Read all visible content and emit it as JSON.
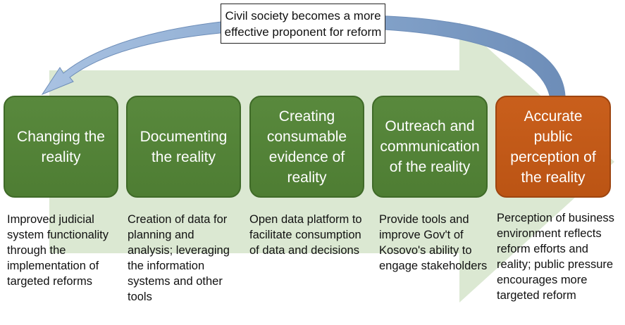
{
  "callout": {
    "text": "Civil society becomes a more effective proponent for reform"
  },
  "stages": [
    {
      "id": "changing",
      "title": "Changing the reality",
      "description": "Improved judicial system functionality through the implementation of targeted reforms",
      "color": "#4f7f35"
    },
    {
      "id": "documenting",
      "title": "Documenting the reality",
      "description": "Creation of data for planning and analysis; leveraging the information systems and other tools",
      "color": "#4f7f35"
    },
    {
      "id": "creating",
      "title": "Creating consumable evidence of reality",
      "description": "Open data platform to facilitate consumption of data and decisions",
      "color": "#4f7f35"
    },
    {
      "id": "outreach",
      "title": "Outreach and communication of the reality",
      "description": "Provide tools and improve Gov't of Kosovo's ability to engage stakeholders",
      "color": "#4f7f35"
    },
    {
      "id": "perception",
      "title": "Accurate public perception of the reality",
      "description": "Perception of business environment reflects reform efforts and reality; public pressure encourages more targeted reform",
      "color": "#c15a17"
    }
  ],
  "colors": {
    "background_arrow": "#dbe8d2",
    "feedback_arrow": "#7e9dc4",
    "feedback_arrow_light": "#a9c2e2"
  }
}
